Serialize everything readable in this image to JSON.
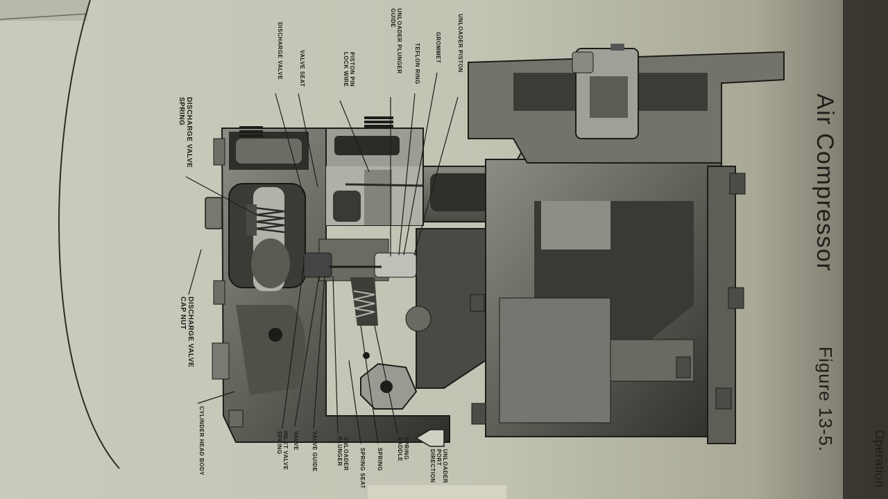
{
  "figure": {
    "caption": "Figure 13-5.",
    "title": "Air Compressor",
    "footer_fragment": "Operation"
  },
  "callouts": {
    "discharge_valve_spring": [
      "DISCHARGE VALVE",
      "SPRING"
    ],
    "discharge_valve": "DISCHARGE VALVE",
    "valve_seat": "VALVE SEAT",
    "piston_pin_lock_wire": [
      "PISTON PIN",
      "LOCK WIRE"
    ],
    "unloader_plunger_guide": [
      "UNLOADER PLUNGER",
      "GUIDE"
    ],
    "teflon_ring": "TEFLON RING",
    "grommet": "GROMMET",
    "unloader_piston": "UNLOADER PISTON",
    "discharge_valve_cap_nut": [
      "DISCHARGE VALVE",
      "CAP NUT"
    ],
    "cylinder_head_body": "CYLINDER HEAD BODY",
    "inlet_valve_spring": [
      "INLET VALVE",
      "SPRING"
    ],
    "valve": "VALVE",
    "valve_guide": "VALVE GUIDE",
    "unloader_plunger": [
      "UNLOADER",
      "PLUNGER"
    ],
    "spring_seat": "SPRING SEAT",
    "spring": "SPRING",
    "spring_saddle": [
      "SPRING",
      "SADDLE"
    ],
    "unloader_port_direction": [
      "UNLOADER",
      "PORT",
      "DIRECTION"
    ]
  }
}
